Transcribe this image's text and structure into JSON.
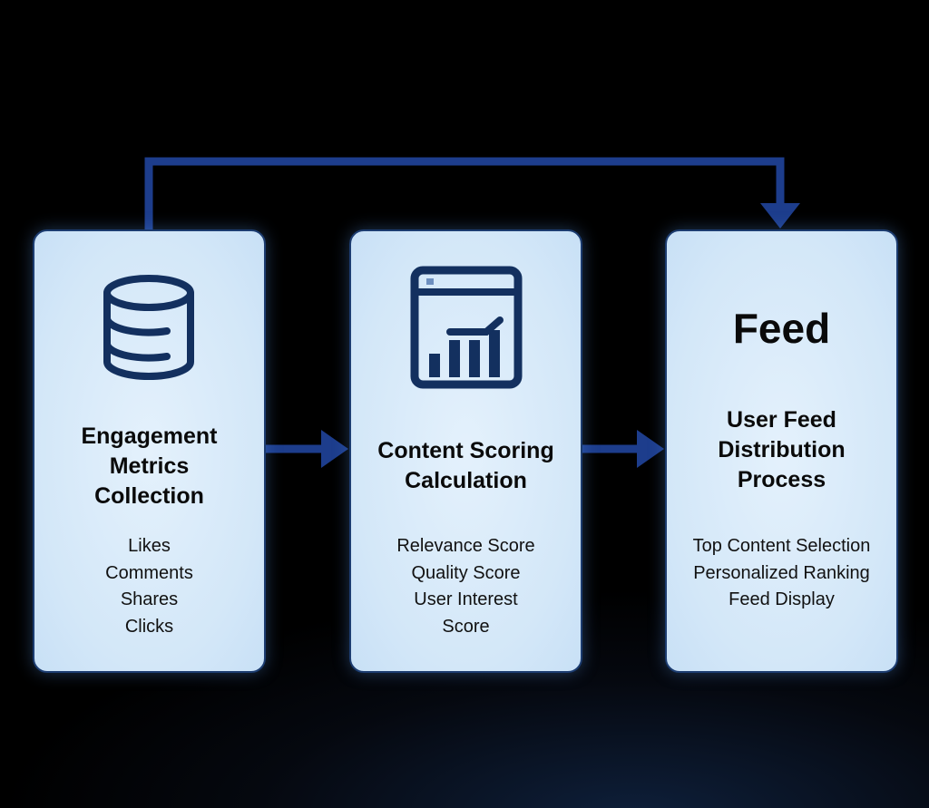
{
  "colors": {
    "arrow": "#1d3d8c",
    "box_border": "#1c3c70",
    "icon": "#13305f"
  },
  "stages": [
    {
      "title": [
        "Engagement",
        "Metrics",
        "Collection"
      ],
      "items": [
        "Likes",
        "Comments",
        "Shares",
        "Clicks"
      ],
      "icon": "database-icon"
    },
    {
      "title": [
        "Content Scoring",
        "Calculation"
      ],
      "items": [
        "Relevance Score",
        "Quality Score",
        "User Interest",
        "Score"
      ],
      "icon": "chart-window-icon"
    },
    {
      "heading": "Feed",
      "title": [
        "User Feed",
        "Distribution",
        "Process"
      ],
      "items": [
        "Top Content Selection",
        "Personalized Ranking",
        "Feed Display"
      ]
    }
  ]
}
